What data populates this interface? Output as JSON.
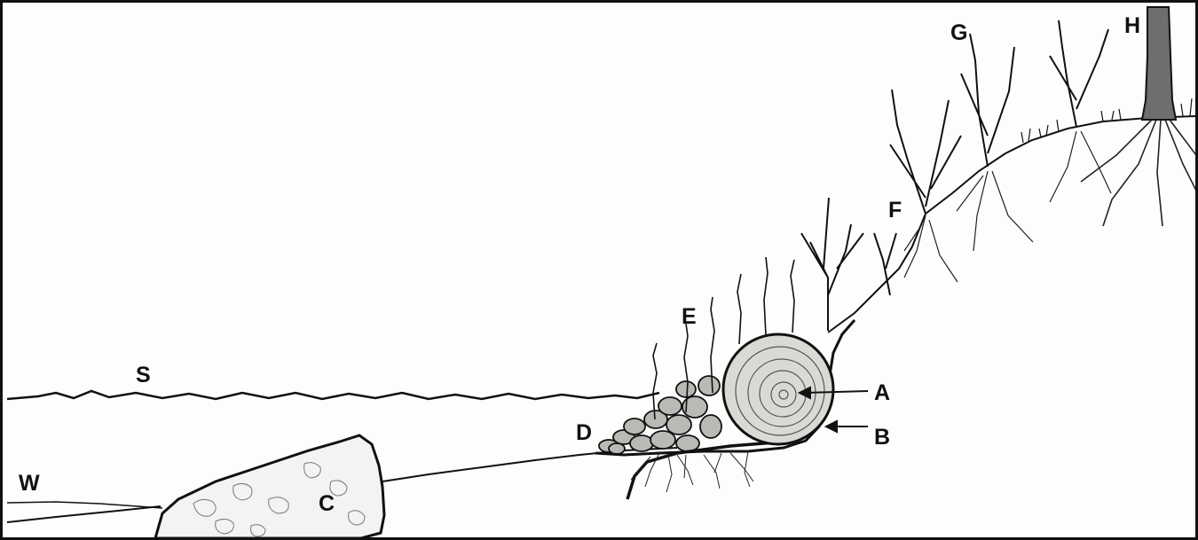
{
  "labels": {
    "S": "S",
    "W": "W",
    "C": "C",
    "D": "D",
    "E": "E",
    "A": "A",
    "B": "B",
    "F": "F",
    "G": "G",
    "H": "H"
  },
  "colors": {
    "ink": "#111111",
    "background": "#fdfdfc",
    "rock_fill": "#f3f3f1",
    "log_fill": "#d9d9d6",
    "stone_fill": "#b9b9b6"
  }
}
